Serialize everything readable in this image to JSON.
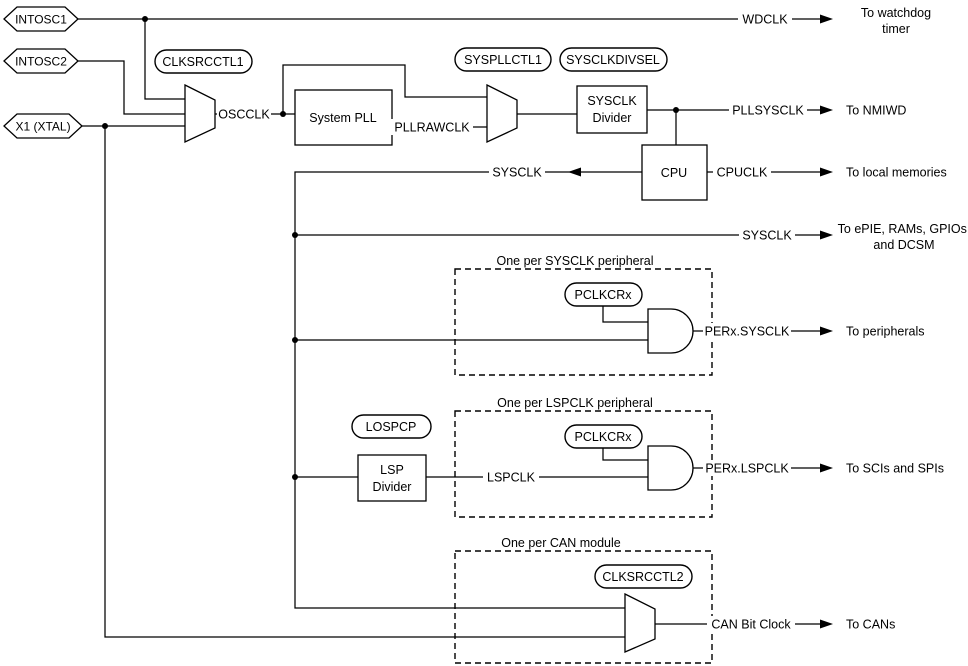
{
  "sources": {
    "intosc1": "INTOSC1",
    "intosc2": "INTOSC2",
    "x1": "X1 (XTAL)"
  },
  "registers": {
    "clksrcctl1": "CLKSRCCTL1",
    "syspllctl1": "SYSPLLCTL1",
    "sysclkdivsel": "SYSCLKDIVSEL",
    "pclkcr_sys": "PCLKCRx",
    "lospcp": "LOSPCP",
    "pclkcr_lsp": "PCLKCRx",
    "clksrcctl2": "CLKSRCCTL2"
  },
  "blocks": {
    "system_pll": "System PLL",
    "sysclk_divider_line1": "SYSCLK",
    "sysclk_divider_line2": "Divider",
    "cpu": "CPU",
    "lsp_divider_line1": "LSP",
    "lsp_divider_line2": "Divider"
  },
  "signals": {
    "wdclk": "WDCLK",
    "oscclk": "OSCCLK",
    "pllrawclk": "PLLRAWCLK",
    "pllsysclk": "PLLSYSCLK",
    "sysclk_cpu": "SYSCLK",
    "cpuclk": "CPUCLK",
    "sysclk_bus": "SYSCLK",
    "perx_sysclk": "PERx.SYSCLK",
    "lspclk": "LSPCLK",
    "perx_lspclk": "PERx.LSPCLK",
    "can_bit_clock": "CAN Bit Clock"
  },
  "destinations": {
    "watchdog_line1": "To watchdog",
    "watchdog_line2": "timer",
    "nmiwd": "To NMIWD",
    "local_memories": "To local memories",
    "epie_line1": "To ePIE, RAMs, GPIOs,",
    "epie_line2": "and DCSM",
    "peripherals": "To peripherals",
    "scis_spis": "To SCIs and SPIs",
    "cans": "To CANs"
  },
  "groups": {
    "sysclk_peripheral": "One per SYSCLK peripheral",
    "lspclk_peripheral": "One per LSPCLK peripheral",
    "can_module": "One per CAN module"
  }
}
